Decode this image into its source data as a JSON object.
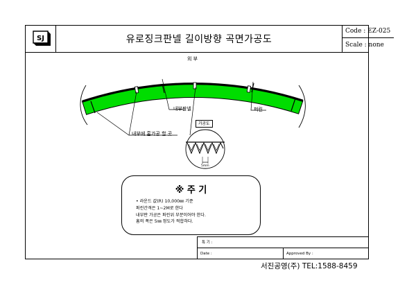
{
  "header": {
    "logo_text": "SJ",
    "title": "유로징크판넬 길이방향 곡면가공도",
    "code": "Code : EZ-025",
    "scale": "Scale :   none"
  },
  "drawing": {
    "outer_label": "외 부",
    "inner_panel_label": "내부판넬",
    "purlin_label": "퍼린",
    "groove_label": "내부에 홈가공 할 곳",
    "detail_label": "가공도",
    "detail_dimension": "5mm"
  },
  "notes": {
    "title": "※ 주 기",
    "lines": [
      "• 라운드 값(R) 10,000㎜ 기준",
      "  퍼린간격은 1~2M로 한다",
      "  내부판 가공은 퍼린위 부분이어야 한다.",
      "  홈의 폭은 5㎜ 정도가 적합하다."
    ]
  },
  "footer": {
    "remarks_label": "특 기 :",
    "date_label": "Date :",
    "approved_label": "Approved By :",
    "company": "서진공영(주) TEL:1588-8459"
  },
  "colors": {
    "panel_fill": "#00dd00",
    "line": "#000000"
  }
}
